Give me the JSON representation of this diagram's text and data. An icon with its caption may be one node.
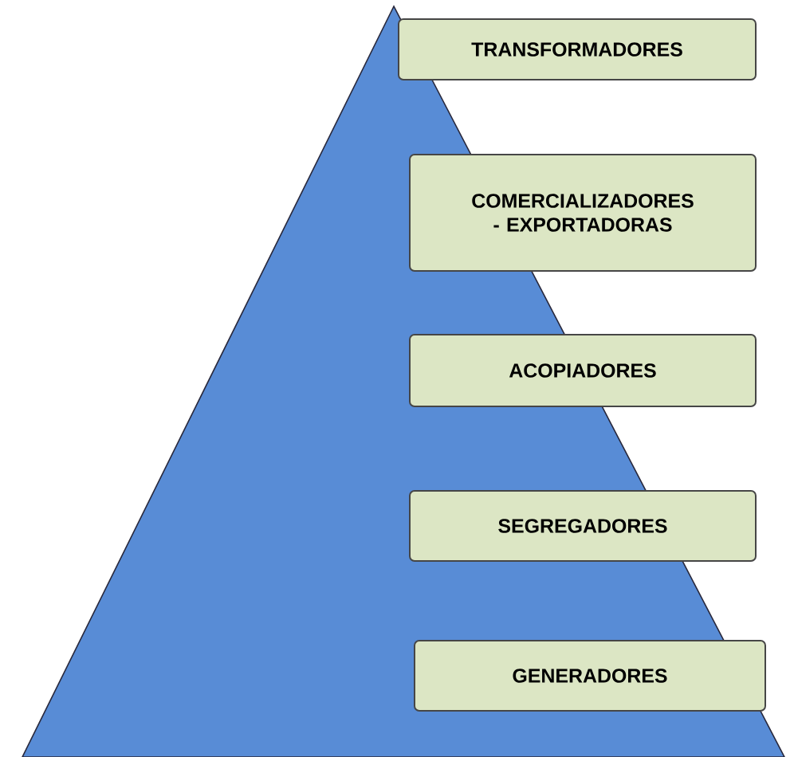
{
  "diagram": {
    "nodes": [
      {
        "text": [
          "TRANSFORMADORES"
        ]
      },
      {
        "text": [
          "COMERCIALIZADORES - EXPORTADORAS"
        ]
      },
      {
        "text": [
          "ACOPIADORES"
        ]
      },
      {
        "text": [
          "SEGREGADORES"
        ]
      },
      {
        "text": [
          "GENERADORES"
        ]
      }
    ]
  }
}
